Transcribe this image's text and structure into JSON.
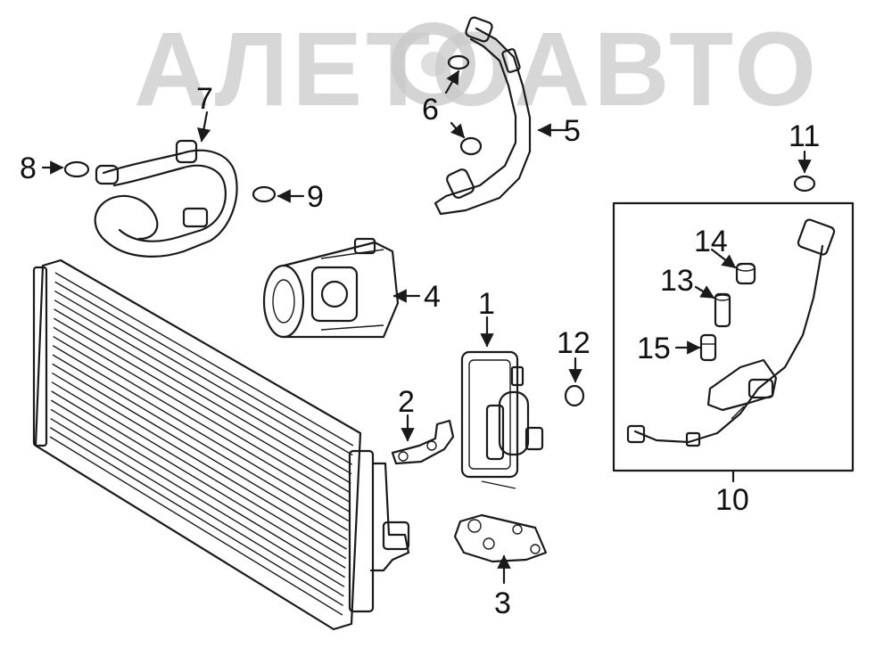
{
  "watermark": {
    "text": "АЛЕТОАВТО",
    "color": "#c9c9c9"
  },
  "callouts": {
    "c1": "1",
    "c2": "2",
    "c3": "3",
    "c4": "4",
    "c5": "5",
    "c6": "6",
    "c7": "7",
    "c8": "8",
    "c9": "9",
    "c10": "10",
    "c11": "11",
    "c12": "12",
    "c13": "13",
    "c14": "14",
    "c15": "15"
  },
  "colors": {
    "line": "#1a1a1a",
    "text": "#111111",
    "background": "#ffffff"
  }
}
